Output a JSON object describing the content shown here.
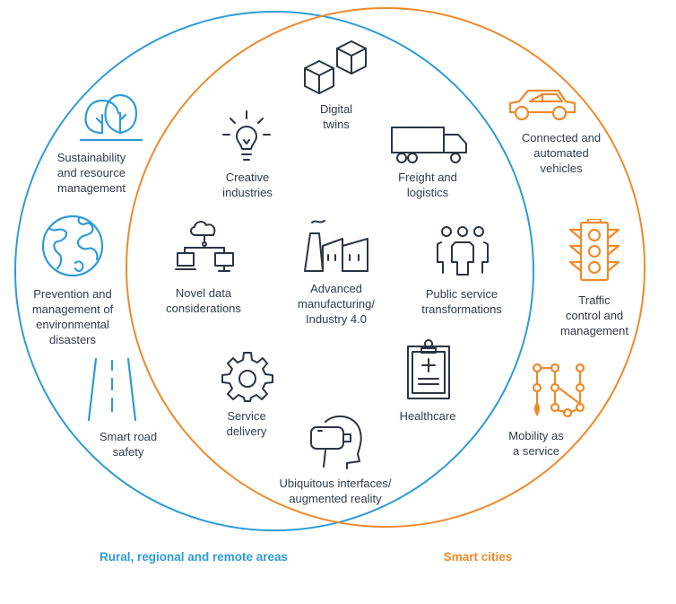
{
  "colors": {
    "rural": "#2e9bd6",
    "smart": "#ee8a2c",
    "shared": "#2b3441"
  },
  "captions": {
    "rural": "Rural, regional and remote areas",
    "smart": "Smart cities"
  },
  "shared_items": [
    {
      "id": "digital-twins",
      "icon": "cubes-icon",
      "label": "Digital\ntwins"
    },
    {
      "id": "creative-industries",
      "icon": "lightbulb-icon",
      "label": "Creative\nindustries"
    },
    {
      "id": "freight-logistics",
      "icon": "truck-icon",
      "label": "Freight and\nlogistics"
    },
    {
      "id": "novel-data",
      "icon": "network-icon",
      "label": "Novel data\nconsiderations"
    },
    {
      "id": "advanced-manufacturing",
      "icon": "factory-icon",
      "label": "Advanced\nmanufacturing/\nIndustry 4.0"
    },
    {
      "id": "public-service",
      "icon": "people-icon",
      "label": "Public service\ntransformations"
    },
    {
      "id": "service-delivery",
      "icon": "gear-icon",
      "label": "Service\ndelivery"
    },
    {
      "id": "healthcare",
      "icon": "clipboard-icon",
      "label": "Healthcare"
    },
    {
      "id": "ubiquitous-interfaces",
      "icon": "vr-headset-icon",
      "label": "Ubiquitous interfaces/\naugmented reality"
    }
  ],
  "rural_items": [
    {
      "id": "sustainability",
      "icon": "trees-icon",
      "label": "Sustainability\nand resource\nmanagement"
    },
    {
      "id": "environmental-disasters",
      "icon": "globe-icon",
      "label": "Prevention and\nmanagement of\nenvironmental\ndisasters"
    },
    {
      "id": "smart-road-safety",
      "icon": "road-icon",
      "label": "Smart road\nsafety"
    }
  ],
  "smart_items": [
    {
      "id": "connected-vehicles",
      "icon": "car-icon",
      "label": "Connected and\nautomated\nvehicles"
    },
    {
      "id": "traffic-control",
      "icon": "traffic-light-icon",
      "label": "Traffic\ncontrol and\nmanagement"
    },
    {
      "id": "mobility-service",
      "icon": "route-icon",
      "label": "Mobility as\na service"
    }
  ]
}
